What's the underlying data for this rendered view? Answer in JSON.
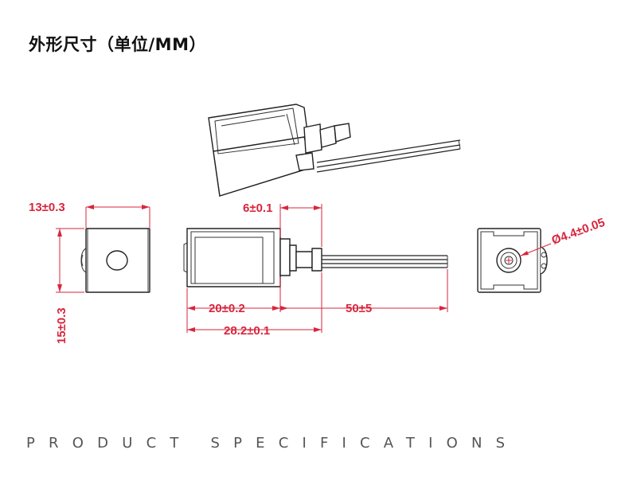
{
  "title": "外形尺寸（单位/MM）",
  "footer": "PRODUCT SPECIFICATIONS",
  "dimensions": {
    "width": "13±0.3",
    "height": "15±0.3",
    "nozzle": "6±0.1",
    "body_length": "20±0.2",
    "wire_length": "50±5",
    "total_length": "28.2±0.1",
    "diameter": "Ø4.4±0.05"
  },
  "colors": {
    "dimension": "#d7263d",
    "outline": "#222222"
  }
}
